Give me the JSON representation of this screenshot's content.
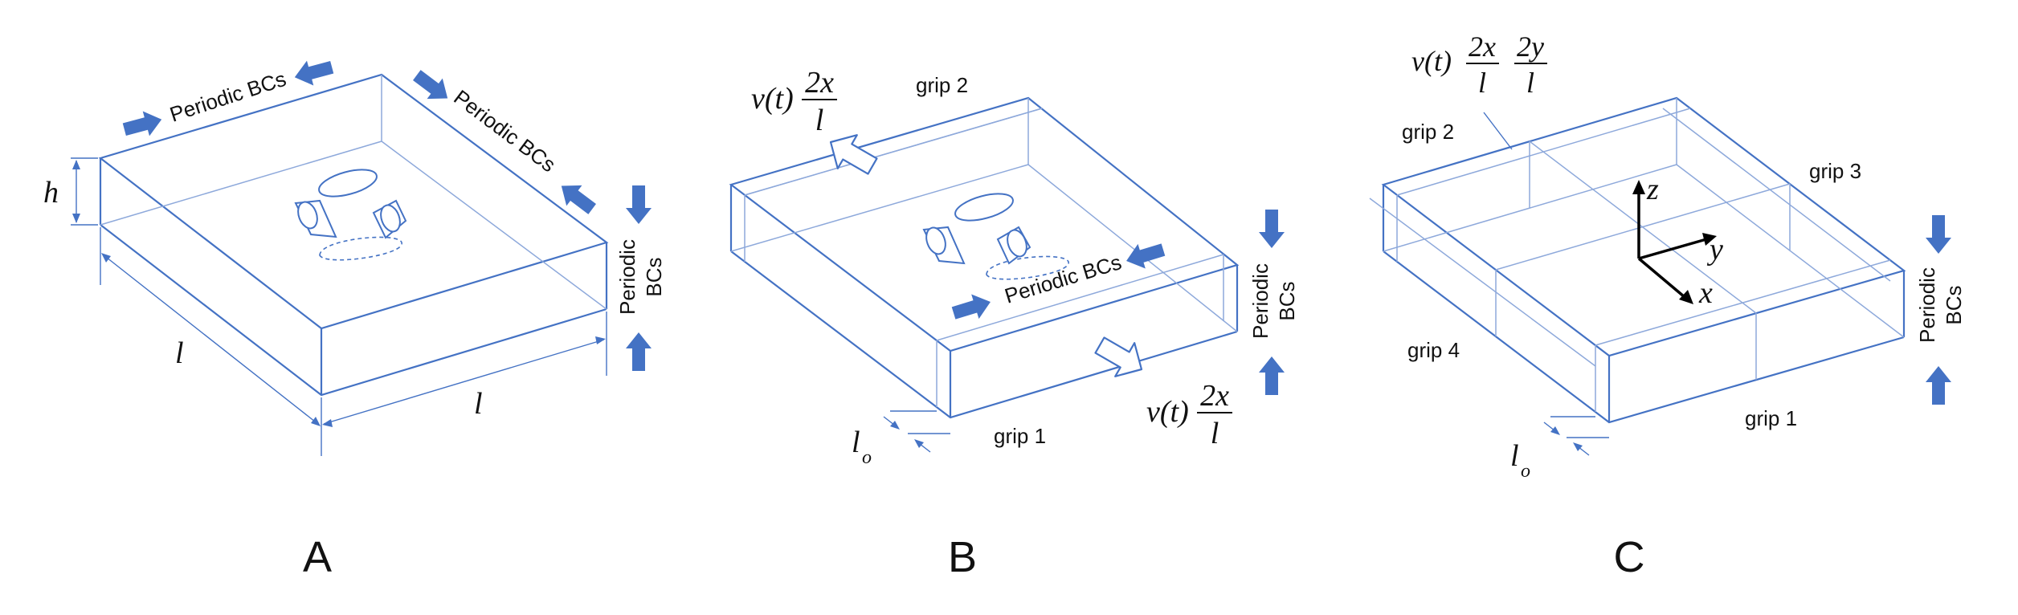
{
  "panels": {
    "a": {
      "letter": "A",
      "bc_top_left": "Periodic BCs",
      "bc_top_right": "Periodic BCs",
      "bc_side_line1": "Periodic",
      "bc_side_line2": "BCs",
      "dim_h": "h",
      "dim_l_left": "l",
      "dim_l_right": "l"
    },
    "b": {
      "letter": "B",
      "grip_top": "grip 2",
      "grip_bottom": "grip 1",
      "velocity_prefix": "v(t)",
      "frac_num": "2x",
      "frac_den": "l",
      "bc_front": "Periodic BCs",
      "bc_side_line1": "Periodic",
      "bc_side_line2": "BCs",
      "dim_lo": "l",
      "dim_lo_sub": "o"
    },
    "c": {
      "letter": "C",
      "velocity_prefix": "v(t)",
      "frac1_num": "2x",
      "frac1_den": "l",
      "frac2_num": "2y",
      "frac2_den": "l",
      "grip_2": "grip 2",
      "grip_3": "grip 3",
      "grip_4": "grip 4",
      "grip_1": "grip 1",
      "axis_z": "z",
      "axis_y": "y",
      "axis_x": "x",
      "bc_side_line1": "Periodic",
      "bc_side_line2": "BCs",
      "dim_lo": "l",
      "dim_lo_sub": "o"
    }
  },
  "colors": {
    "box_edge": "#4472C4",
    "inner_line": "#8EA9DB",
    "arrow_fill": "#4472C4",
    "axis": "#000000",
    "text": "#111111"
  }
}
